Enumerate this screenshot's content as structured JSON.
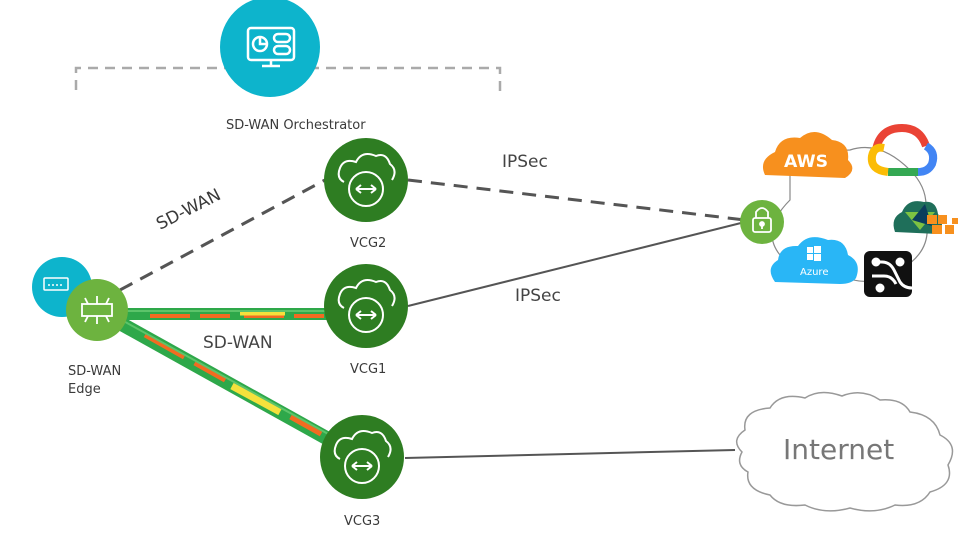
{
  "diagram": {
    "nodes": {
      "orchestrator": {
        "label": "SD-WAN Orchestrator",
        "icon": "monitor-dashboard-icon",
        "color": "#0db4cc"
      },
      "edge": {
        "label_line1": "SD-WAN",
        "label_line2": "Edge",
        "icon": "edge-device-icon",
        "color": "#6db33f",
        "secondary_icon": "switch-icon",
        "secondary_color": "#0db4cc"
      },
      "vcg1": {
        "label": "VCG1",
        "icon": "cloud-gateway-icon",
        "color": "#2e7d22"
      },
      "vcg2": {
        "label": "VCG2",
        "icon": "cloud-gateway-icon",
        "color": "#2e7d22"
      },
      "vcg3": {
        "label": "VCG3",
        "icon": "cloud-gateway-icon",
        "color": "#2e7d22"
      },
      "ipsec_gateway": {
        "icon": "padlock-icon",
        "color": "#6db33f"
      },
      "internet": {
        "label": "Internet",
        "icon": "cloud-outline-icon"
      }
    },
    "cloud_providers": [
      {
        "name": "AWS",
        "color": "#f7901e"
      },
      {
        "name": "Google Cloud",
        "color": "#4285f4"
      },
      {
        "name": "VMware Cloud",
        "color": "#f7901e"
      },
      {
        "name": "Azure",
        "color": "#29b6f6"
      },
      {
        "name": "Equinix/Interconnect",
        "color": "#111111"
      }
    ],
    "links": {
      "edge_vcg2": "SD-WAN",
      "edge_vcg1": "SD-WAN",
      "vcg2_cloud": "IPSec",
      "vcg1_cloud": "IPSec"
    },
    "colors": {
      "green_path": "#2ea84a",
      "orange_path": "#f26b21",
      "yellow_path": "#f5e13c",
      "dash_line": "#555555",
      "orchestrator_bracket": "#aaaaaa"
    }
  }
}
